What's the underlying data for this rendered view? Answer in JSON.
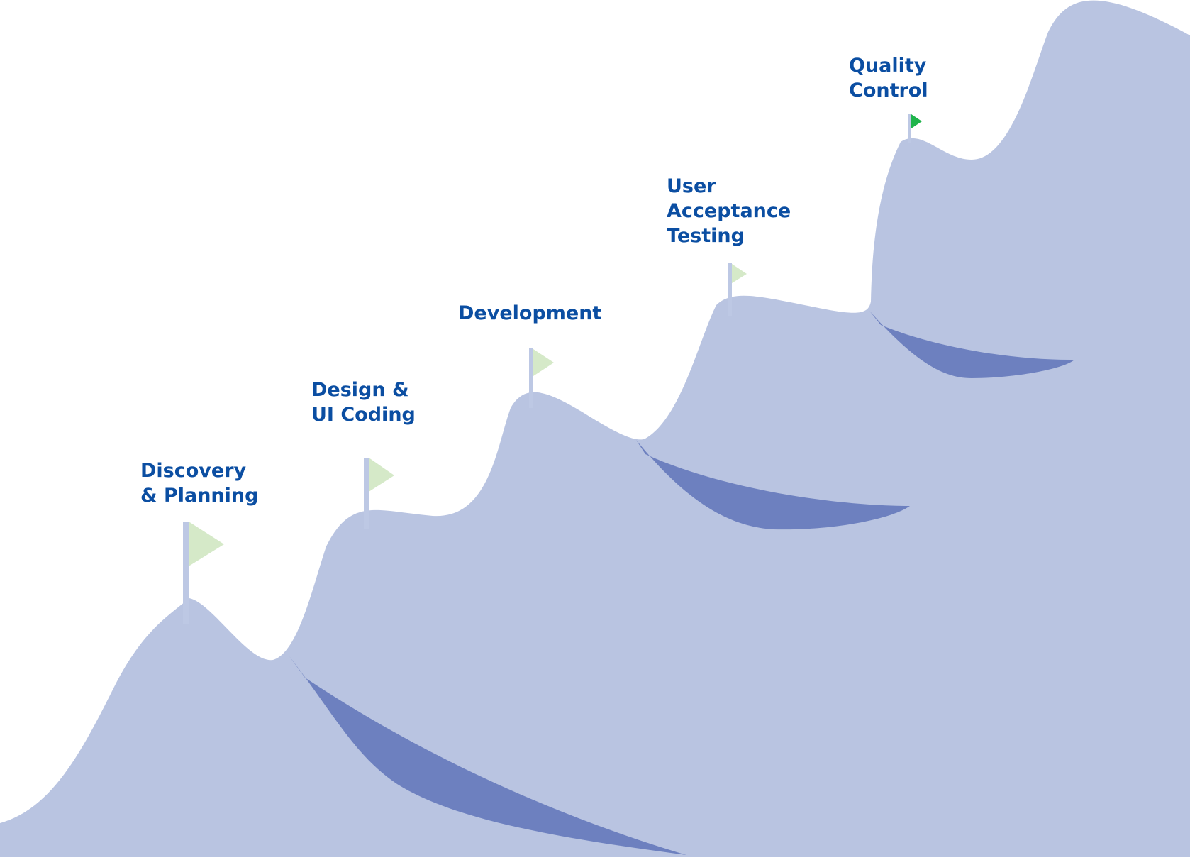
{
  "colors": {
    "mountain": "#b9c4e1",
    "shadow": "#6d80bf",
    "pole": "#bdc8e4",
    "flag_upcoming": "#d5e9c8",
    "flag_current": "#1fb44b",
    "label": "#0b4ea2"
  },
  "stages": [
    {
      "id": "discovery",
      "lines": [
        "Discovery",
        "& Planning"
      ],
      "flag_state": "upcoming"
    },
    {
      "id": "design",
      "lines": [
        "Design &",
        "UI Coding"
      ],
      "flag_state": "upcoming"
    },
    {
      "id": "development",
      "lines": [
        "Development"
      ],
      "flag_state": "upcoming"
    },
    {
      "id": "uat",
      "lines": [
        "User",
        "Acceptance",
        "Testing"
      ],
      "flag_state": "upcoming"
    },
    {
      "id": "qc",
      "lines": [
        "Quality",
        "Control"
      ],
      "flag_state": "current"
    }
  ]
}
